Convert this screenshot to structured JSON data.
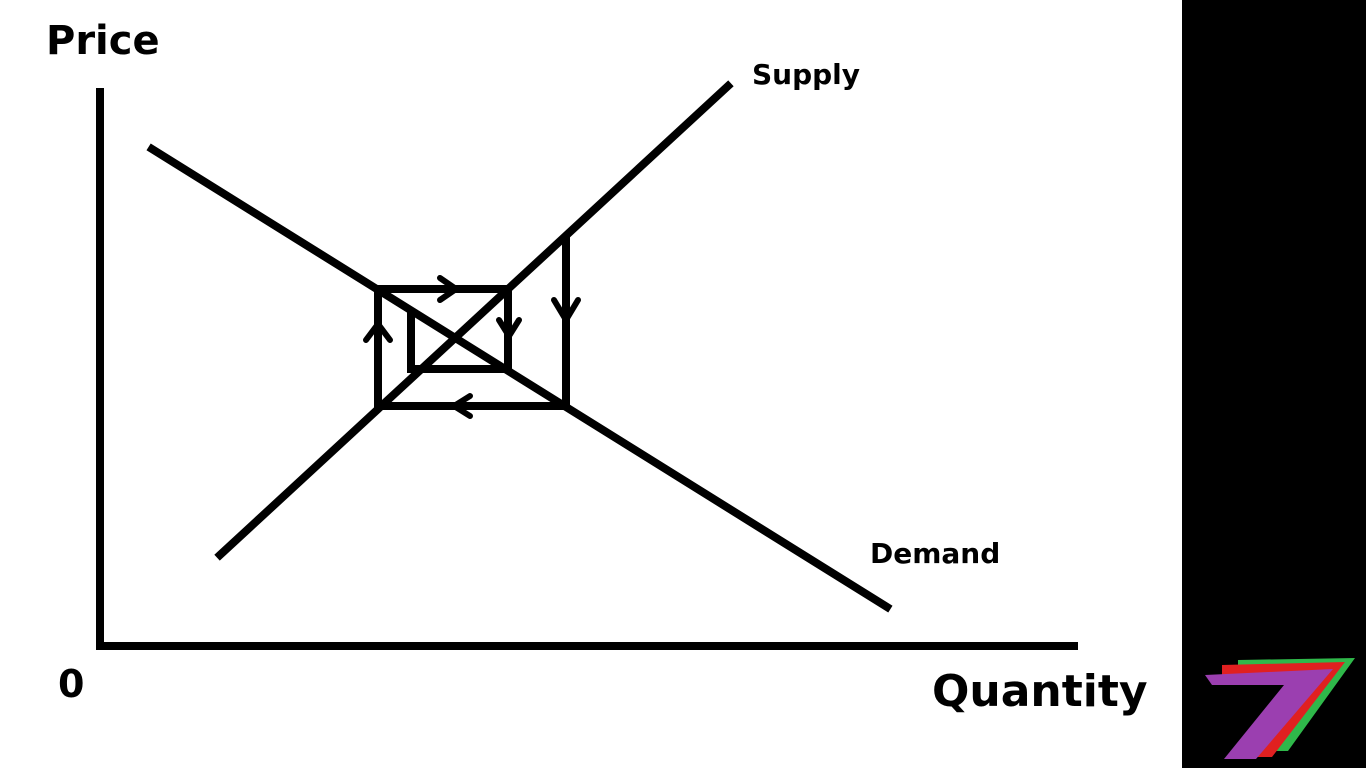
{
  "labels": {
    "y_axis": "Price",
    "x_axis": "Quantity",
    "origin": "0",
    "supply": "Supply",
    "demand": "Demand"
  },
  "colors": {
    "background": "#ffffff",
    "ink": "#000000",
    "side_panel": "#000000",
    "logo_green": "#2fb84a",
    "logo_red": "#e02020",
    "logo_purple": "#9b3fb0"
  },
  "logo": {
    "name": "seven-logo-icon"
  }
}
